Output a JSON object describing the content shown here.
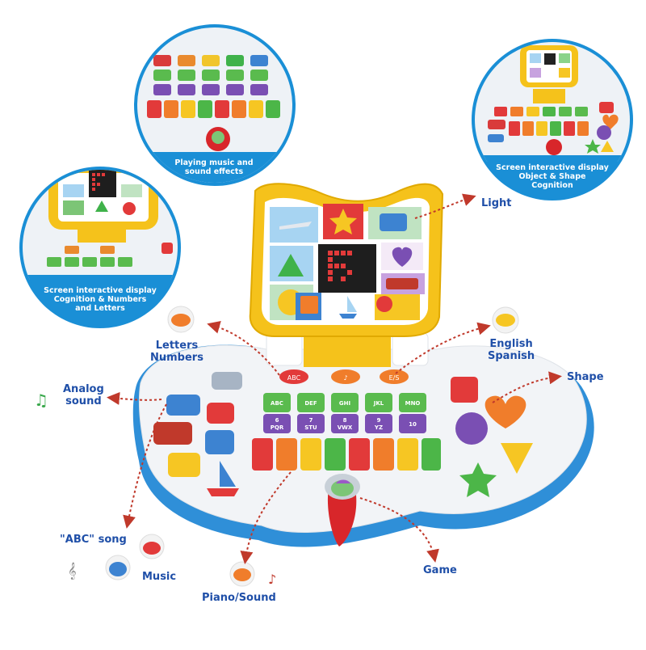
{
  "callouts": {
    "light": "Light",
    "letters_numbers": "Letters\nNumbers",
    "english_spanish": "English\nSpanish",
    "analog_sound": "Analog\nsound",
    "shape": "Shape",
    "abc_song": "\"ABC\" song",
    "music": "Music",
    "game": "Game",
    "piano_sound": "Piano/Sound"
  },
  "insets": {
    "top_center": "Playing music and\nsound effects",
    "top_right": "Screen interactive display\nObject & Shape\nCognition",
    "left": "Screen interactive display\nCognition & Numbers\nand Letters"
  },
  "keypad": {
    "row1": [
      "ABC",
      "DEF",
      "GHI",
      "JKL",
      "MNO"
    ],
    "row2": [
      "6\nPQR",
      "7\nSTU",
      "8\nVWX",
      "9\nYZ",
      "10"
    ]
  },
  "mode_buttons": [
    "ABC",
    "♪",
    "E/S"
  ],
  "colors": {
    "label_blue": "#1f4fa8",
    "arrow_red": "#c0392b",
    "inset_blue": "#1a8fd6",
    "toy_yellow": "#f5c21b",
    "toy_white": "#f2f4f7",
    "base_blue": "#2f8fd8"
  },
  "icons": [
    "music-note-icon",
    "treble-clef-icon",
    "eighth-note-icon",
    "star-icon",
    "heart-icon",
    "triangle-icon",
    "circle-icon",
    "square-icon",
    "airplane-icon",
    "train-icon",
    "boat-icon",
    "bus-icon",
    "car-icon"
  ]
}
